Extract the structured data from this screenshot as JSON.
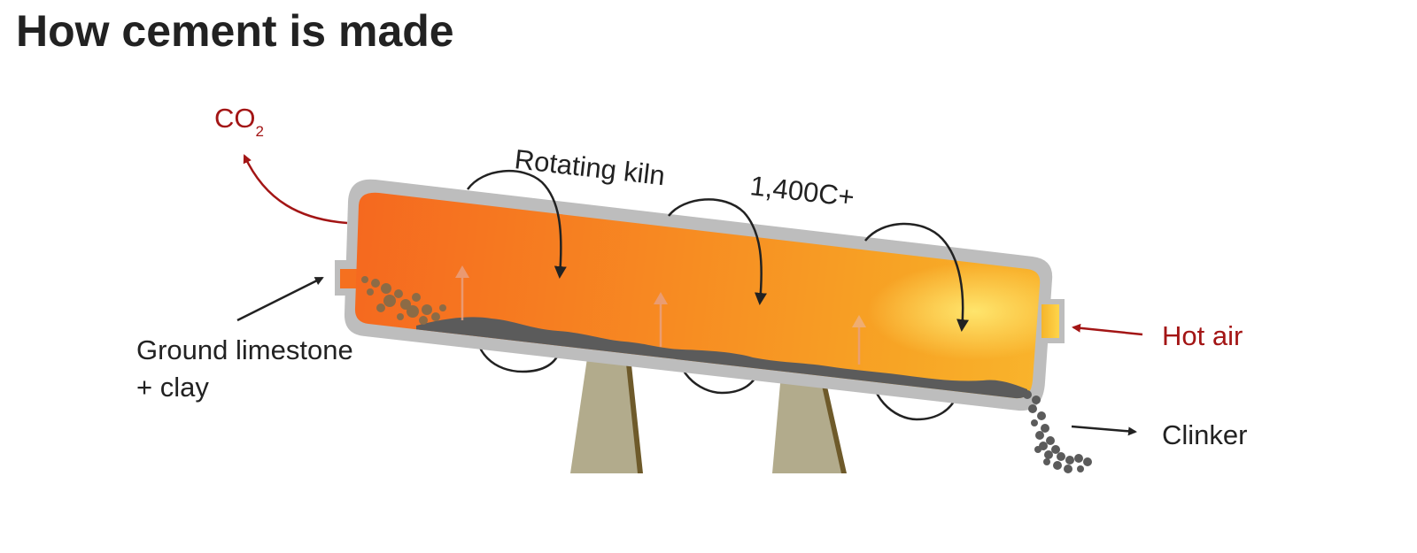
{
  "title": "How cement is made",
  "labels": {
    "co2_main": "CO",
    "co2_sub": "2",
    "kiln": "Rotating kiln",
    "temperature": "1,400C+",
    "input_line1": "Ground limestone",
    "input_line2": "+ clay",
    "hot_air": "Hot air",
    "output": "Clinker"
  },
  "colors": {
    "title": "#222222",
    "label_dark": "#222222",
    "label_red": "#a31515",
    "shell": "#bdbdbd",
    "kiln_hot": "#f5691f",
    "kiln_warm": "#f7a525",
    "kiln_glow": "#ffe05a",
    "material": "#5b5b5b",
    "support": "#b2ab8c",
    "support_shadow": "#6e5a2a",
    "raw_rock": "#8c6b46"
  }
}
